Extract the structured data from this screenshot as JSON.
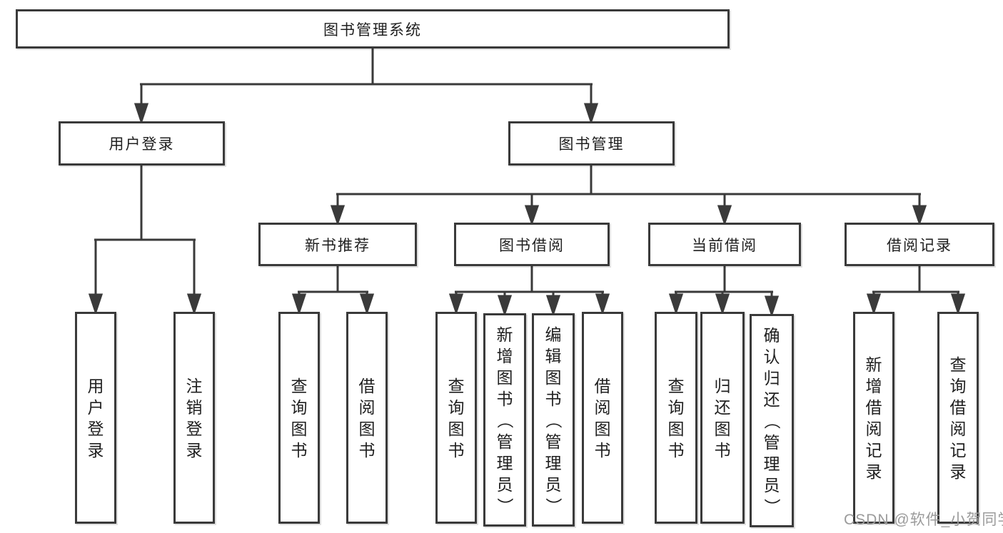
{
  "diagram": {
    "type": "tree",
    "hierarchy": {
      "label": "图书管理系统",
      "children": [
        {
          "label": "用户登录",
          "children": [
            {
              "label": "用户登录"
            },
            {
              "label": "注销登录"
            }
          ]
        },
        {
          "label": "图书管理",
          "children": [
            {
              "label": "新书推荐",
              "children": [
                {
                  "label": "查询图书"
                },
                {
                  "label": "借阅图书"
                }
              ]
            },
            {
              "label": "图书借阅",
              "children": [
                {
                  "label": "查询图书"
                },
                {
                  "label": "新增图书（管理员）"
                },
                {
                  "label": "编辑图书（管理员）"
                },
                {
                  "label": "借阅图书"
                }
              ]
            },
            {
              "label": "当前借阅",
              "children": [
                {
                  "label": "查询图书"
                },
                {
                  "label": "归还图书"
                },
                {
                  "label": "确认归还（管理员）"
                }
              ]
            },
            {
              "label": "借阅记录",
              "children": [
                {
                  "label": "新增借阅记录"
                },
                {
                  "label": "查询借阅记录"
                }
              ]
            }
          ]
        }
      ]
    },
    "colors": {
      "line": "#3a3a3a",
      "box_border": "#3a3a3a",
      "text": "#1f1f1f",
      "watermark": "#9b9b9b",
      "background": "#ffffff"
    }
  },
  "watermark": {
    "text": "CSDN @软件_小贺同学"
  }
}
